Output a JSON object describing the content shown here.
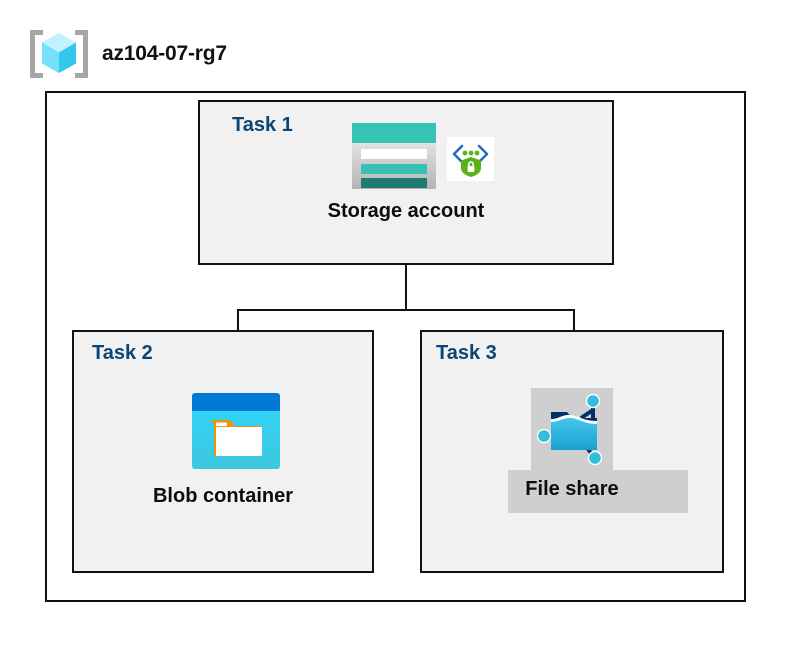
{
  "header": {
    "icon": "resource-group-icon",
    "title": "az104-07-rg7"
  },
  "diagram": {
    "tasks": [
      {
        "id": "task1",
        "label": "Task 1",
        "node_caption": "Storage account",
        "icons": [
          "storage-account-icon",
          "secure-endpoint-icon"
        ]
      },
      {
        "id": "task2",
        "label": "Task 2",
        "node_caption": "Blob container",
        "icons": [
          "blob-container-icon"
        ]
      },
      {
        "id": "task3",
        "label": "Task 3",
        "node_caption": "File share",
        "icons": [
          "file-share-icon"
        ]
      }
    ]
  },
  "colors": {
    "task_label": "#0c4574",
    "caption": "#0d0d0d",
    "border": "#111111",
    "task_fill": "#f1f1f1",
    "outer_fill": "#ffffff",
    "storage_teal": "#37c2b5",
    "storage_teal_dark": "#1f7a72",
    "blob_blue": "#0078d4",
    "blob_cyan": "#32d4f5",
    "fileshare_cyan": "#32bedd",
    "fileshare_navy": "#003067",
    "shield_green": "#5cb11b",
    "bracket_gray": "#a6a6a6",
    "cube_cyan": "#50e6ff",
    "highlight_gray": "#cfcfcf"
  }
}
